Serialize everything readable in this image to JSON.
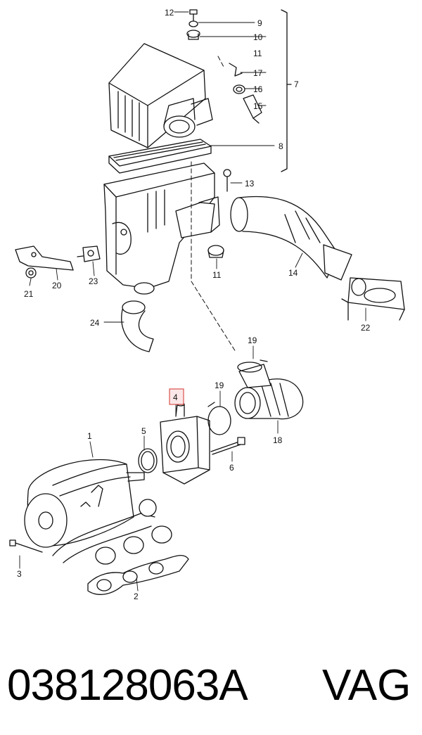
{
  "callouts": [
    {
      "id": "c12",
      "text": "12"
    },
    {
      "id": "c9",
      "text": "9"
    },
    {
      "id": "c10",
      "text": "10"
    },
    {
      "id": "c11a",
      "text": "11"
    },
    {
      "id": "c17",
      "text": "17"
    },
    {
      "id": "c16",
      "text": "16"
    },
    {
      "id": "c15",
      "text": "15"
    },
    {
      "id": "c7",
      "text": "7"
    },
    {
      "id": "c8",
      "text": "8"
    },
    {
      "id": "c13",
      "text": "13"
    },
    {
      "id": "c11b",
      "text": "11"
    },
    {
      "id": "c14",
      "text": "14"
    },
    {
      "id": "c21",
      "text": "21"
    },
    {
      "id": "c20",
      "text": "20"
    },
    {
      "id": "c23",
      "text": "23"
    },
    {
      "id": "c22",
      "text": "22"
    },
    {
      "id": "c24",
      "text": "24"
    },
    {
      "id": "c19a",
      "text": "19"
    },
    {
      "id": "c19b",
      "text": "19"
    },
    {
      "id": "c4",
      "text": "4"
    },
    {
      "id": "c18",
      "text": "18"
    },
    {
      "id": "c5",
      "text": "5"
    },
    {
      "id": "c1",
      "text": "1"
    },
    {
      "id": "c6",
      "text": "6"
    },
    {
      "id": "c3",
      "text": "3"
    },
    {
      "id": "c2",
      "text": "2"
    }
  ],
  "highlight_color": "#d9534f",
  "footer": {
    "part_number": "038128063A",
    "brand": "VAG"
  }
}
